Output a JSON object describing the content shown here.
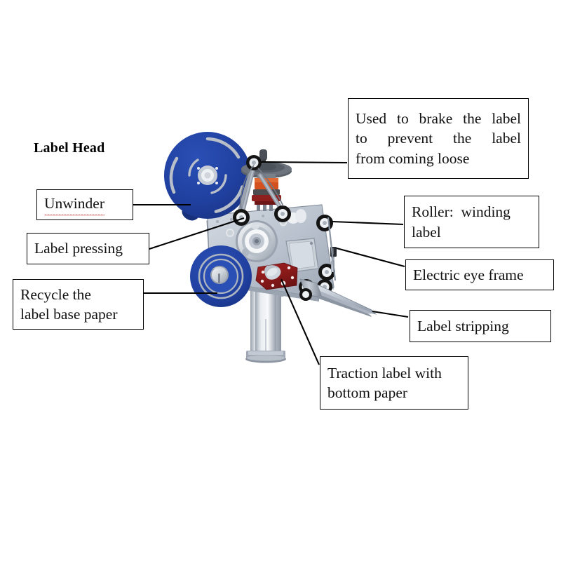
{
  "diagram": {
    "headline": "Label Head",
    "subject": "labeling-machine-label-head",
    "callouts": [
      {
        "id": "unwinder",
        "text": "Unwinder"
      },
      {
        "id": "label-pressing",
        "text": "Label pressing"
      },
      {
        "id": "recycle-base",
        "line1": "Recycle the",
        "line2": "label base paper"
      },
      {
        "id": "brake",
        "line1": "Used to brake the label",
        "line2": "to prevent the label",
        "line3": "from coming loose"
      },
      {
        "id": "roller-winding",
        "line1": "Roller:  winding",
        "line2": "label"
      },
      {
        "id": "electric-eye",
        "text": "Electric eye frame"
      },
      {
        "id": "label-stripping",
        "text": "Label stripping"
      },
      {
        "id": "traction",
        "line1": "Traction label with",
        "line2": "bottom paper"
      }
    ],
    "colors": {
      "reel_blue": "#20409f",
      "reel_blue_dark": "#17327e",
      "plate_gray": "#b9c2cd",
      "plate_gray_light": "#cfd6de",
      "bracket_red": "#8e1a1a",
      "brake_orange": "#d4501e",
      "roller_black": "#141414",
      "line_black": "#000000",
      "background": "#ffffff"
    },
    "parts": [
      "unwinder-reel",
      "label-pressing-roller",
      "rewind-reel",
      "brake-assembly",
      "guide-rollers",
      "drive-hub",
      "traction-bracket",
      "electric-eye-bracket",
      "stripping-plate",
      "support-column"
    ]
  }
}
